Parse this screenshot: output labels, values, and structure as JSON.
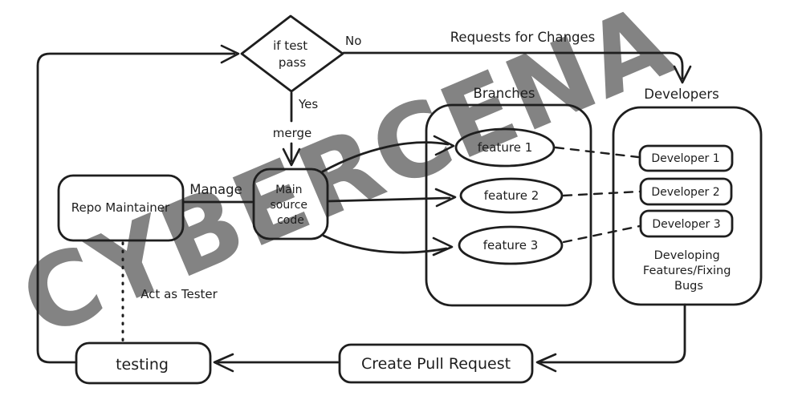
{
  "colors": {
    "stroke": "#1e1e1e",
    "red": "#e03131",
    "watermark": "#f2bfbf",
    "background": "#ffffff"
  },
  "watermark": {
    "text": "CYBERCENA"
  },
  "decision": {
    "line1": "if test",
    "line2": "pass"
  },
  "edges": {
    "no": "No",
    "yes": "Yes",
    "merge": "merge",
    "manage": "Manage",
    "requests": "Requests for Changes",
    "act_as_tester": "Act as Tester"
  },
  "groups": {
    "branches": "Branches",
    "developers": "Developers"
  },
  "nodes": {
    "repo_maintainer": "Repo Maintainer",
    "main_source": {
      "line1": "Main",
      "line2": "source",
      "line3": "code"
    },
    "feature1": "feature 1",
    "feature2": "feature 2",
    "feature3": "feature 3",
    "developer1": "Developer 1",
    "developer2": "Developer 2",
    "developer3": "Developer 3",
    "note": {
      "line1": "Developing",
      "line2": "Features/Fixing",
      "line3": "Bugs"
    },
    "create_pull_request": "Create Pull Request",
    "testing": "testing"
  }
}
